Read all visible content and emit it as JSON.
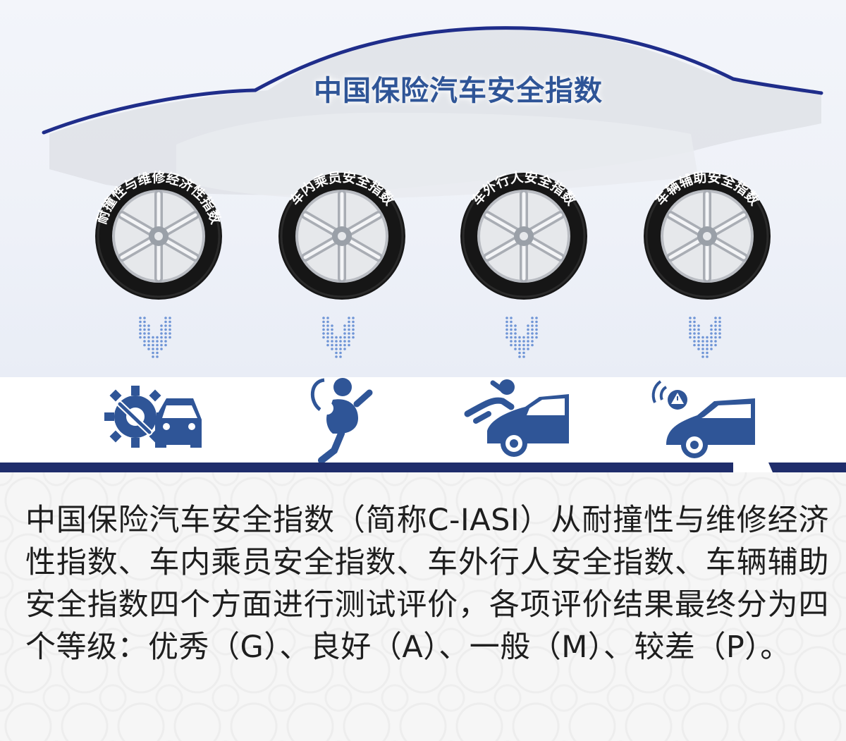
{
  "hero": {
    "title": "中国保险汽车安全指数"
  },
  "indices": [
    {
      "label": "耐撞性与维修经济性指数",
      "icon": "repair-gear-car-icon"
    },
    {
      "label": "车内乘员安全指数",
      "icon": "airbag-occupant-icon"
    },
    {
      "label": "车外行人安全指数",
      "icon": "pedestrian-impact-icon"
    },
    {
      "label": "车辆辅助安全指数",
      "icon": "warning-sensor-car-icon"
    }
  ],
  "description": "中国保险汽车安全指数（简称C-IASI）从耐撞性与维修经济性指数、车内乘员安全指数、车外行人安全指数、车辆辅助安全指数四个方面进行测试评价，各项评价结果最终分为四个等级：优秀（G）、良好（A）、一般（M）、较差（P）。",
  "colors": {
    "brand_blue": "#2f5597",
    "navy": "#1f2d6b",
    "tire": "#1a1a1a",
    "rim": "#c9ccd1"
  }
}
